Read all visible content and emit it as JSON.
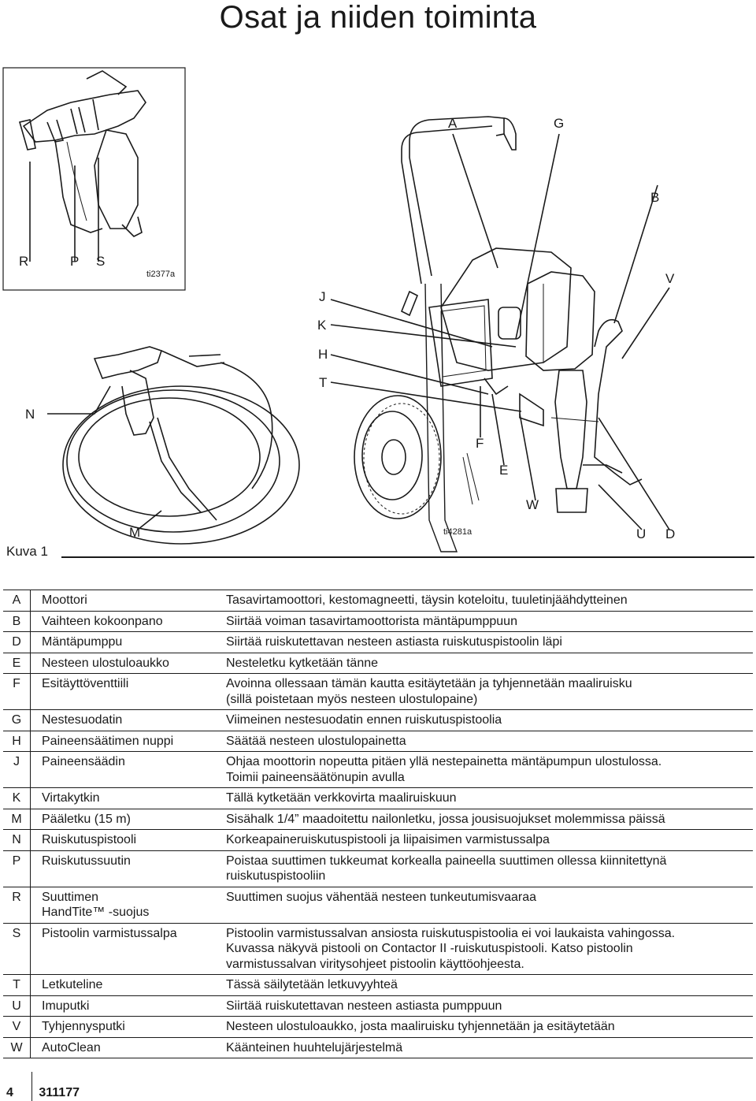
{
  "page_title": "Osat ja niiden toiminta",
  "figure": {
    "caption": "Kuva 1",
    "gun_inset": {
      "labels": {
        "R": "R",
        "P": "P",
        "S": "S"
      },
      "ref": "ti2377a"
    },
    "main": {
      "labels": {
        "A": "A",
        "G": "G",
        "B": "B",
        "V": "V",
        "J": "J",
        "K": "K",
        "H": "H",
        "T": "T",
        "N": "N",
        "F": "F",
        "E": "E",
        "W": "W",
        "M": "M",
        "U": "U",
        "D": "D"
      },
      "ref": "ti4281a"
    }
  },
  "parts": [
    {
      "key": "A",
      "name": "Moottori",
      "desc": "Tasavirtamoottori, kestomagneetti, täysin koteloitu, tuuletinjäähdytteinen"
    },
    {
      "key": "B",
      "name": "Vaihteen kokoonpano",
      "desc": "Siirtää voiman tasavirtamoottorista mäntäpumppuun"
    },
    {
      "key": "D",
      "name": "Mäntäpumppu",
      "desc": "Siirtää ruiskutettavan nesteen astiasta ruiskutuspistoolin läpi"
    },
    {
      "key": "E",
      "name": "Nesteen ulostuloaukko",
      "desc": "Nesteletku kytketään tänne"
    },
    {
      "key": "F",
      "name": "Esitäyttöventtiili",
      "desc": "Avoinna ollessaan tämän kautta esitäytetään ja tyhjennetään maaliruisku",
      "desc2": "(sillä poistetaan myös nesteen ulostulopaine)"
    },
    {
      "key": "G",
      "name": "Nestesuodatin",
      "desc": "Viimeinen nestesuodatin ennen ruiskutuspistoolia"
    },
    {
      "key": "H",
      "name": "Paineensäätimen nuppi",
      "desc": "Säätää nesteen ulostulopainetta"
    },
    {
      "key": "J",
      "name": "Paineensäädin",
      "desc": "Ohjaa moottorin nopeutta pitäen yllä nestepainetta mäntäpumpun ulostulossa.",
      "desc2": "Toimii paineensäätönupin avulla"
    },
    {
      "key": "K",
      "name": "Virtakytkin",
      "desc": "Tällä kytketään verkkovirta maaliruiskuun"
    },
    {
      "key": "M",
      "name": "Pääletku (15 m)",
      "desc": "Sisähalk 1/4” maadoitettu nailonletku, jossa jousisuojukset molemmissa päissä"
    },
    {
      "key": "N",
      "name": "Ruiskutuspistooli",
      "desc": "Korkeapaineruiskutuspistooli ja liipaisimen varmistussalpa"
    },
    {
      "key": "P",
      "name": "Ruiskutussuutin",
      "desc": "Poistaa suuttimen tukkeumat korkealla paineella suuttimen ollessa kiinnitettynä",
      "desc2": "ruiskutuspistooliin"
    },
    {
      "key": "R",
      "name": "Suuttimen",
      "name2": "HandTite™ -suojus",
      "desc": "Suuttimen suojus vähentää nesteen tunkeutumisvaaraa"
    },
    {
      "key": "S",
      "name": "Pistoolin varmistussalpa",
      "desc": "Pistoolin varmistussalvan ansiosta ruiskutuspistoolia ei voi laukaista vahingossa.",
      "desc2": "Kuvassa näkyvä pistooli on Contactor II -ruiskutuspistooli. Katso pistoolin",
      "desc3": "varmistussalvan viritysohjeet pistoolin käyttöohjeesta."
    },
    {
      "key": "T",
      "name": "Letkuteline",
      "desc": "Tässä säilytetään letkuvyyhteä"
    },
    {
      "key": "U",
      "name": "Imuputki",
      "desc": "Siirtää ruiskutettavan nesteen astiasta pumppuun"
    },
    {
      "key": "V",
      "name": "Tyhjennysputki",
      "desc": "Nesteen ulostuloaukko, josta maaliruisku tyhjennetään ja esitäytetään"
    },
    {
      "key": "W",
      "name": "AutoClean",
      "desc": "Käänteinen huuhtelujärjestelmä"
    }
  ],
  "footer": {
    "page_number": "4",
    "doc_number": "311177"
  }
}
